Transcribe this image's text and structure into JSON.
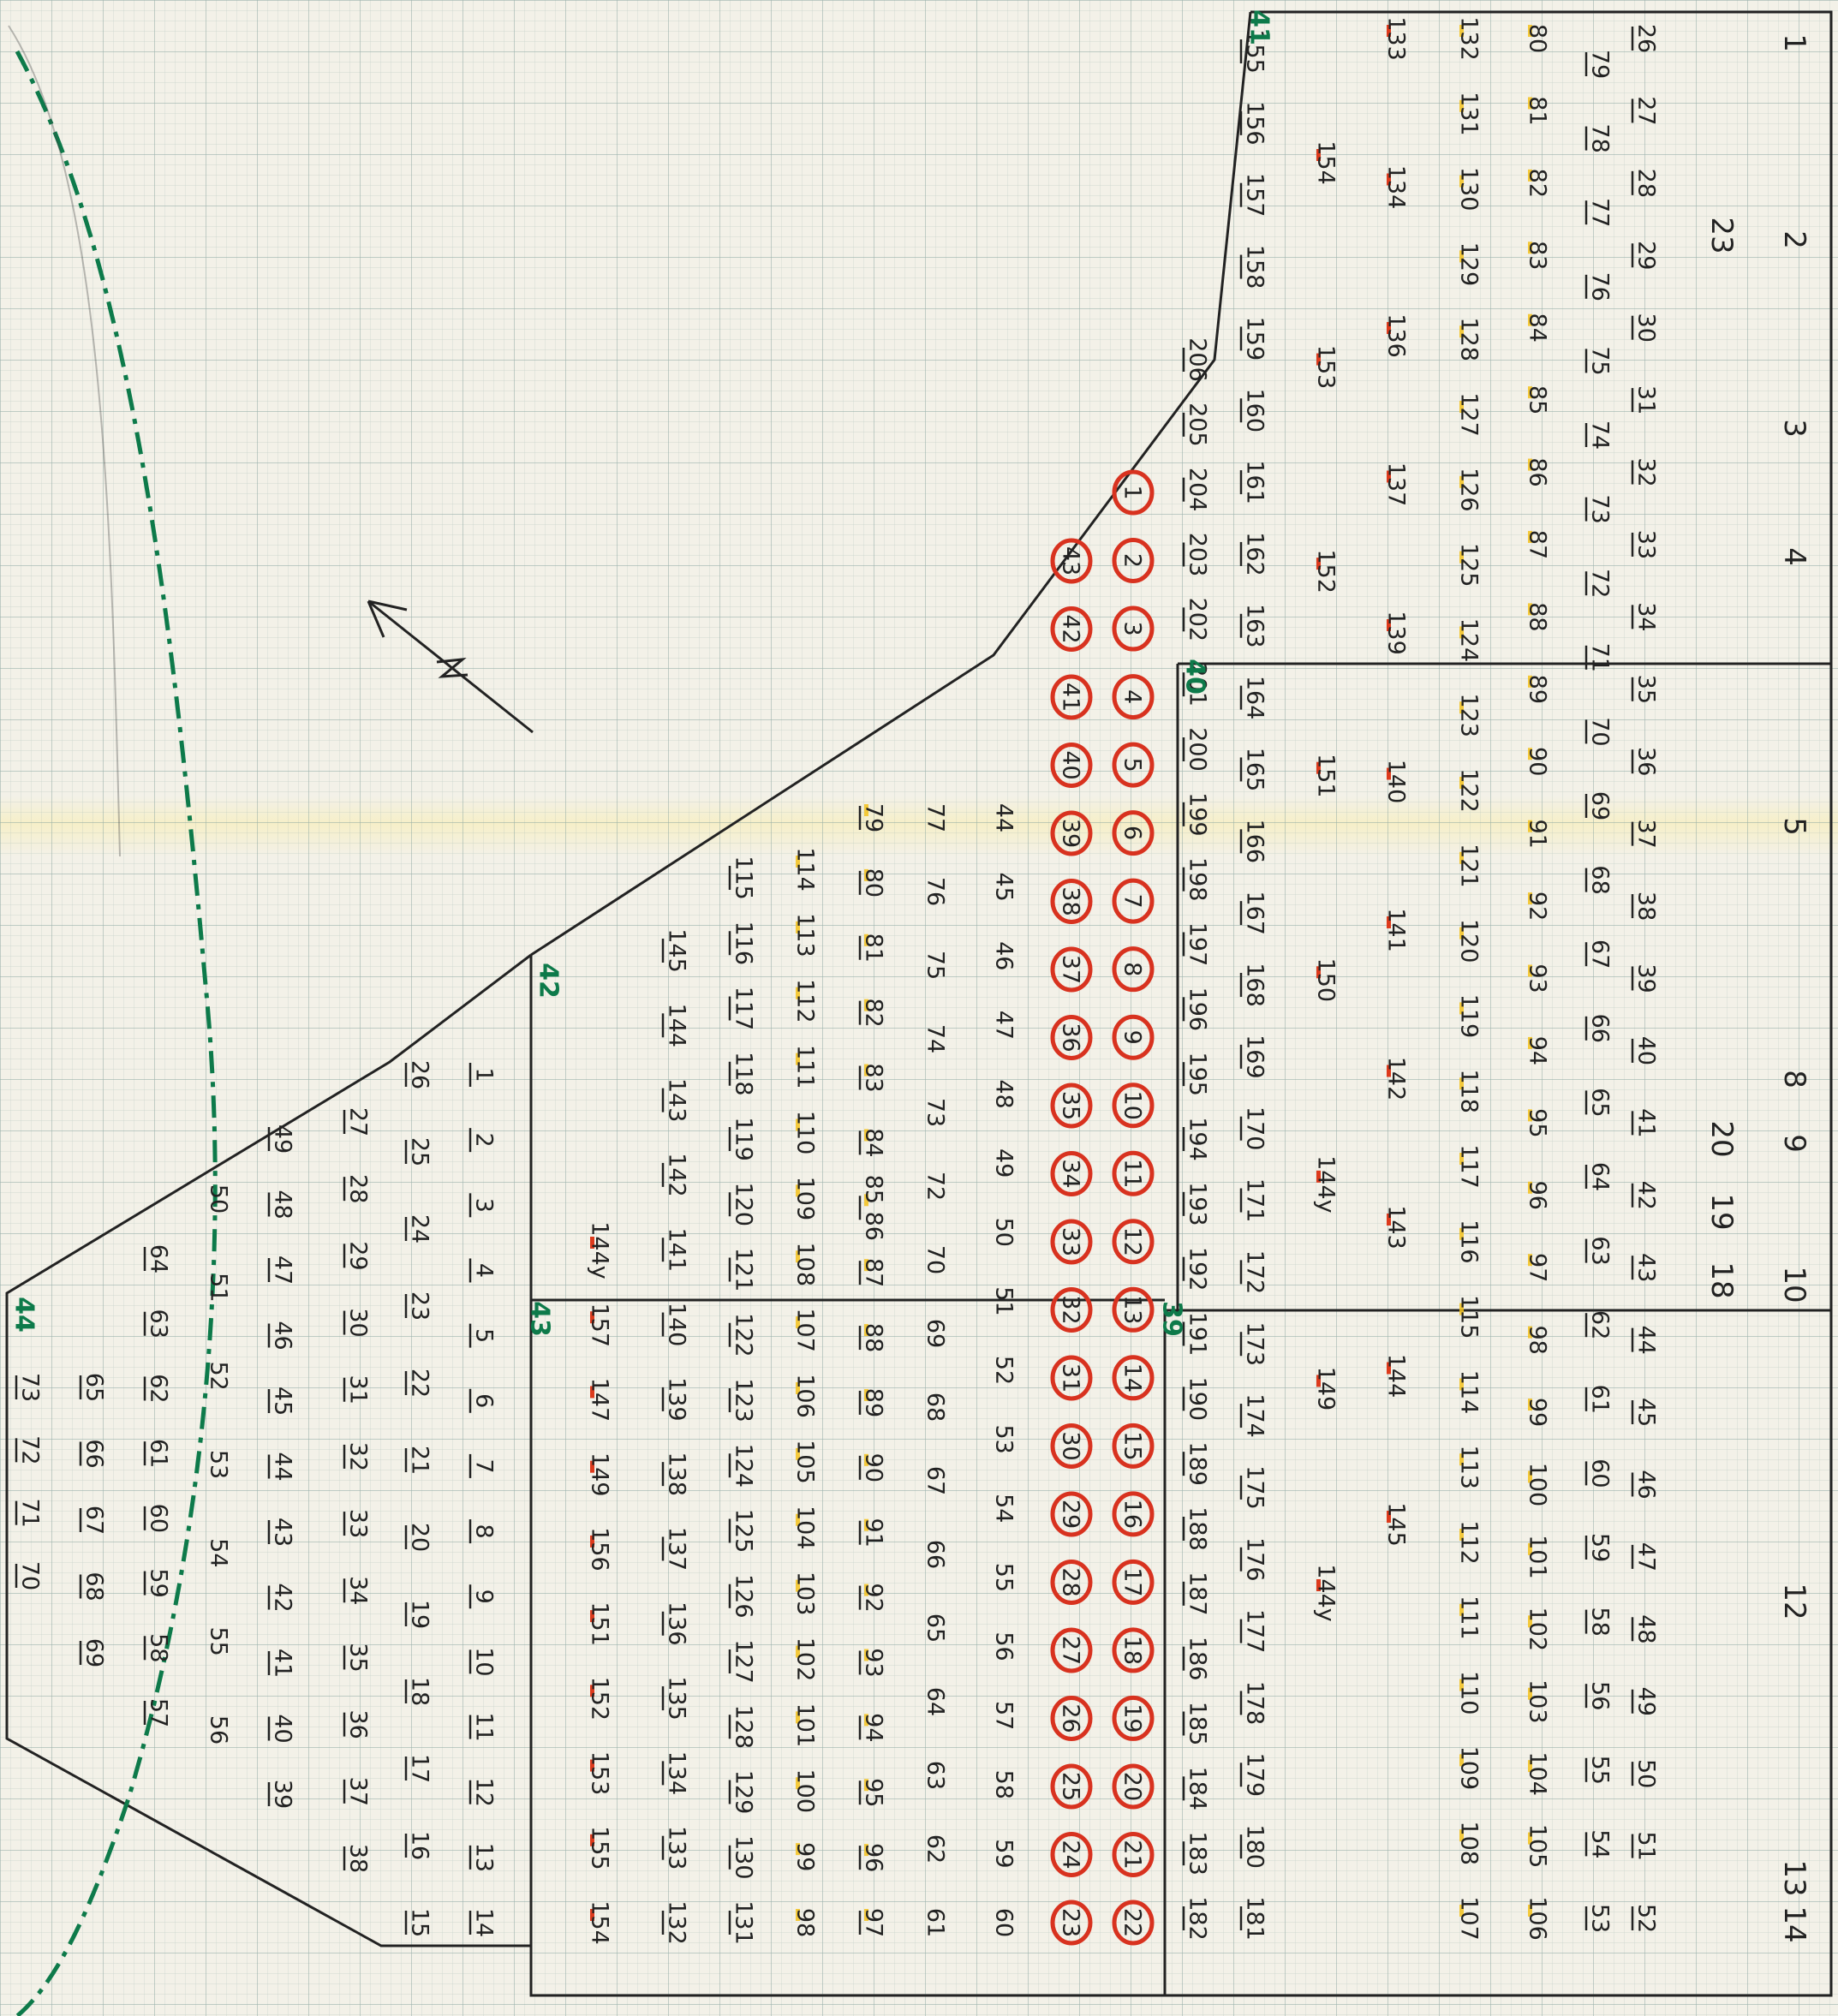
{
  "colors": {
    "paper": "#f3f1e8",
    "grid": "#9fb5b0",
    "ink": "#222222",
    "circle": "#d8321f",
    "highlight": "#f3c21c",
    "marker": "#0d7a4a"
  },
  "icons": {
    "arrow": "north-arrow-icon"
  },
  "sheet": {
    "edge_labels": [
      "1",
      "2",
      "3",
      "4",
      "5",
      "8",
      "9",
      "10",
      "12",
      "13 14"
    ],
    "note_labels": [
      "23",
      "20",
      "19",
      "18"
    ],
    "section_markers": [
      "41",
      "40",
      "42",
      "43",
      "39",
      "44"
    ],
    "upper_row_1": [
      "26",
      "27",
      "28",
      "29",
      "30",
      "31",
      "32",
      "33",
      "34",
      "35",
      "36",
      "37",
      "38",
      "39",
      "40",
      "41",
      "42",
      "43",
      "44",
      "45",
      "46",
      "47",
      "48",
      "49",
      "50",
      "51",
      "52"
    ],
    "upper_row_2": [
      "79",
      "78",
      "77",
      "76",
      "75",
      "74",
      "73",
      "72",
      "71",
      "70",
      "69",
      "68",
      "67",
      "66",
      "65",
      "64",
      "63",
      "62",
      "61",
      "60",
      "59",
      "58",
      "56",
      "55",
      "54",
      "53"
    ],
    "upper_row_3": [
      "80",
      "81",
      "82",
      "83",
      "84",
      "85",
      "86",
      "87",
      "88",
      "89",
      "90",
      "91",
      "92",
      "93",
      "94",
      "95",
      "96",
      "97",
      "98",
      "99",
      "100",
      "101",
      "102",
      "103",
      "104",
      "105",
      "106"
    ],
    "upper_row_4": [
      "132",
      "131",
      "130",
      "129",
      "128",
      "127",
      "126",
      "125",
      "124",
      "123",
      "122",
      "121",
      "120",
      "119",
      "118",
      "117",
      "116",
      "115",
      "114",
      "113",
      "112",
      "111",
      "110",
      "109",
      "108",
      "107"
    ],
    "upper_row_5": [
      "133",
      "134",
      "136",
      "137",
      "139",
      "140",
      "141",
      "142",
      "143",
      "144",
      "145"
    ],
    "upper_row_6": [
      "154",
      "153",
      "152",
      "151",
      "150",
      "144y",
      "149",
      "144y"
    ],
    "upper_row_7": [
      "155",
      "156",
      "157",
      "158",
      "159",
      "160",
      "161",
      "162",
      "163",
      "164",
      "165",
      "166",
      "167",
      "168",
      "169",
      "170",
      "171",
      "172",
      "173",
      "174",
      "175",
      "176",
      "177",
      "178",
      "179",
      "180",
      "181"
    ],
    "upper_row_8": [
      "206",
      "205",
      "204",
      "203",
      "202",
      "201",
      "200",
      "199",
      "198",
      "197",
      "196",
      "195",
      "194",
      "193",
      "192",
      "191",
      "190",
      "189",
      "188",
      "187",
      "186",
      "185",
      "184",
      "183",
      "182"
    ],
    "circled_row_1": [
      "1",
      "2",
      "3",
      "4",
      "5",
      "6",
      "7",
      "8",
      "9",
      "10",
      "11",
      "12",
      "13",
      "14",
      "15",
      "16",
      "17",
      "18",
      "19",
      "20",
      "21",
      "22"
    ],
    "circled_row_2": [
      "43",
      "42",
      "41",
      "40",
      "39",
      "38",
      "37",
      "36",
      "35",
      "34",
      "33",
      "32",
      "31",
      "30",
      "29",
      "28",
      "27",
      "26",
      "25",
      "24",
      "23"
    ],
    "mid_row_1": [
      "44",
      "45",
      "46",
      "47",
      "48",
      "49",
      "50",
      "51",
      "52",
      "53",
      "54",
      "55",
      "56",
      "57",
      "58",
      "59",
      "60"
    ],
    "mid_row_2": [
      "77",
      "76",
      "75",
      "74",
      "73",
      "72",
      "70",
      "69",
      "68",
      "67",
      "66",
      "65",
      "64",
      "63",
      "62",
      "61"
    ],
    "mid_row_3": [
      "79",
      "80",
      "81",
      "82",
      "83",
      "84",
      "85 86",
      "87",
      "88",
      "89",
      "90",
      "91",
      "92",
      "93",
      "94",
      "95",
      "96",
      "97"
    ],
    "mid_row_4": [
      "114",
      "113",
      "112",
      "111",
      "110",
      "109",
      "108",
      "107",
      "106",
      "105",
      "104",
      "103",
      "102",
      "101",
      "100",
      "99",
      "98"
    ],
    "mid_row_5": [
      "115",
      "116",
      "117",
      "118",
      "119",
      "120",
      "121",
      "122",
      "123",
      "124",
      "125",
      "126",
      "127",
      "128",
      "129",
      "130",
      "131"
    ],
    "mid_row_6": [
      "145",
      "144",
      "143",
      "142",
      "141",
      "140",
      "139",
      "138",
      "137",
      "136",
      "135",
      "134",
      "133",
      "132"
    ],
    "mid_row_7": [
      "144y",
      "157",
      "147",
      "149",
      "156",
      "151",
      "152",
      "153",
      "155",
      "154"
    ],
    "lower_row_1": [
      "1",
      "2",
      "3",
      "4",
      "5",
      "6",
      "7",
      "8",
      "9",
      "10",
      "11",
      "12",
      "13",
      "14"
    ],
    "lower_row_2": [
      "26",
      "25",
      "24",
      "23",
      "22",
      "21",
      "20",
      "19",
      "18",
      "17",
      "16",
      "15"
    ],
    "lower_row_3": [
      "27",
      "28",
      "29",
      "30",
      "31",
      "32",
      "33",
      "34",
      "35",
      "36",
      "37",
      "38"
    ],
    "lower_row_4": [
      "49",
      "48",
      "47",
      "46",
      "45",
      "44",
      "43",
      "42",
      "41",
      "40",
      "39"
    ],
    "lower_row_5": [
      "50",
      "51",
      "52",
      "53",
      "54",
      "55",
      "56"
    ],
    "lower_row_6": [
      "64",
      "63",
      "62",
      "61",
      "60",
      "59",
      "58",
      "57"
    ],
    "lower_row_7": [
      "65",
      "66",
      "67",
      "68",
      "69"
    ],
    "lower_row_8": [
      "73",
      "72",
      "71",
      "70"
    ]
  }
}
